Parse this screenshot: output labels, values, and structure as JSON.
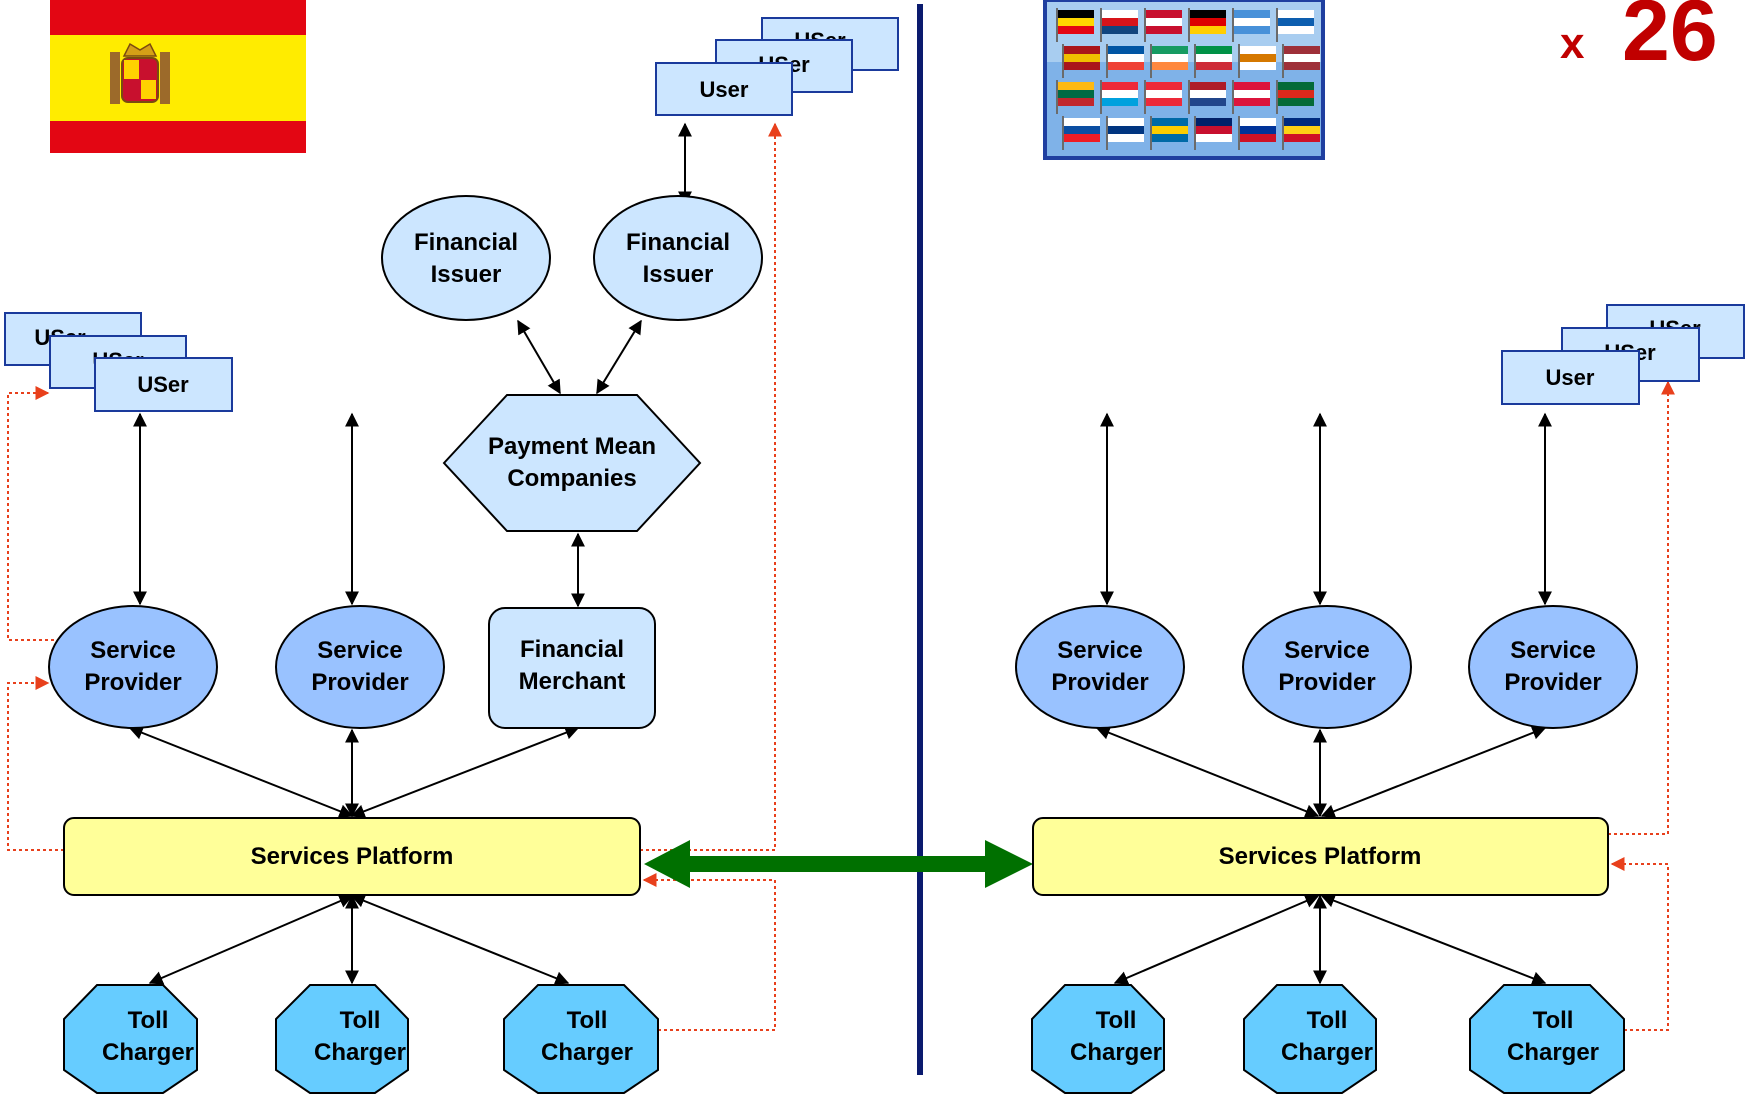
{
  "colors": {
    "user_box": "#cce6ff",
    "financial_issuer": "#cce6ff",
    "payment_hex": "#cce6ff",
    "financial_merchant": "#cce6ff",
    "service_provider": "#99c2ff",
    "services_platform": "#ffff99",
    "toll_charger": "#66ccff",
    "divider": "#0a1a6e",
    "interconnect_arrow": "#007000",
    "dotted_link": "#e8401c",
    "multiplier_text": "#c00000"
  },
  "spain": {
    "flag": "spain-flag",
    "users_stack": [
      "USer",
      "USer",
      "USer"
    ],
    "service_providers": [
      {
        "line1": "Service",
        "line2": "Provider"
      },
      {
        "line1": "Service",
        "line2": "Provider"
      }
    ],
    "financial_issuers": [
      {
        "line1": "Financial",
        "line2": "Issuer"
      },
      {
        "line1": "Financial",
        "line2": "Issuer"
      }
    ],
    "payment": {
      "line1": "Payment Mean",
      "line2": "Companies"
    },
    "merchant": {
      "line1": "Financial",
      "line2": "Merchant"
    },
    "user_stack_top": [
      "USer",
      "USer",
      "User"
    ],
    "platform": "Services Platform",
    "toll_chargers": [
      {
        "line1": "Toll",
        "line2": "Charger"
      },
      {
        "line1": "Toll",
        "line2": "Charger"
      },
      {
        "line1": "Toll",
        "line2": "Charger"
      }
    ]
  },
  "europe": {
    "flags_image": "eu-flags-image",
    "multiplier_x": "x",
    "multiplier_value": "26",
    "user_stack": [
      "USer",
      "USer",
      "User"
    ],
    "service_providers": [
      {
        "line1": "Service",
        "line2": "Provider"
      },
      {
        "line1": "Service",
        "line2": "Provider"
      },
      {
        "line1": "Service",
        "line2": "Provider"
      }
    ],
    "platform": "Services Platform",
    "toll_chargers": [
      {
        "line1": "Toll",
        "line2": "Charger"
      },
      {
        "line1": "Toll",
        "line2": "Charger"
      },
      {
        "line1": "Toll",
        "line2": "Charger"
      }
    ]
  }
}
